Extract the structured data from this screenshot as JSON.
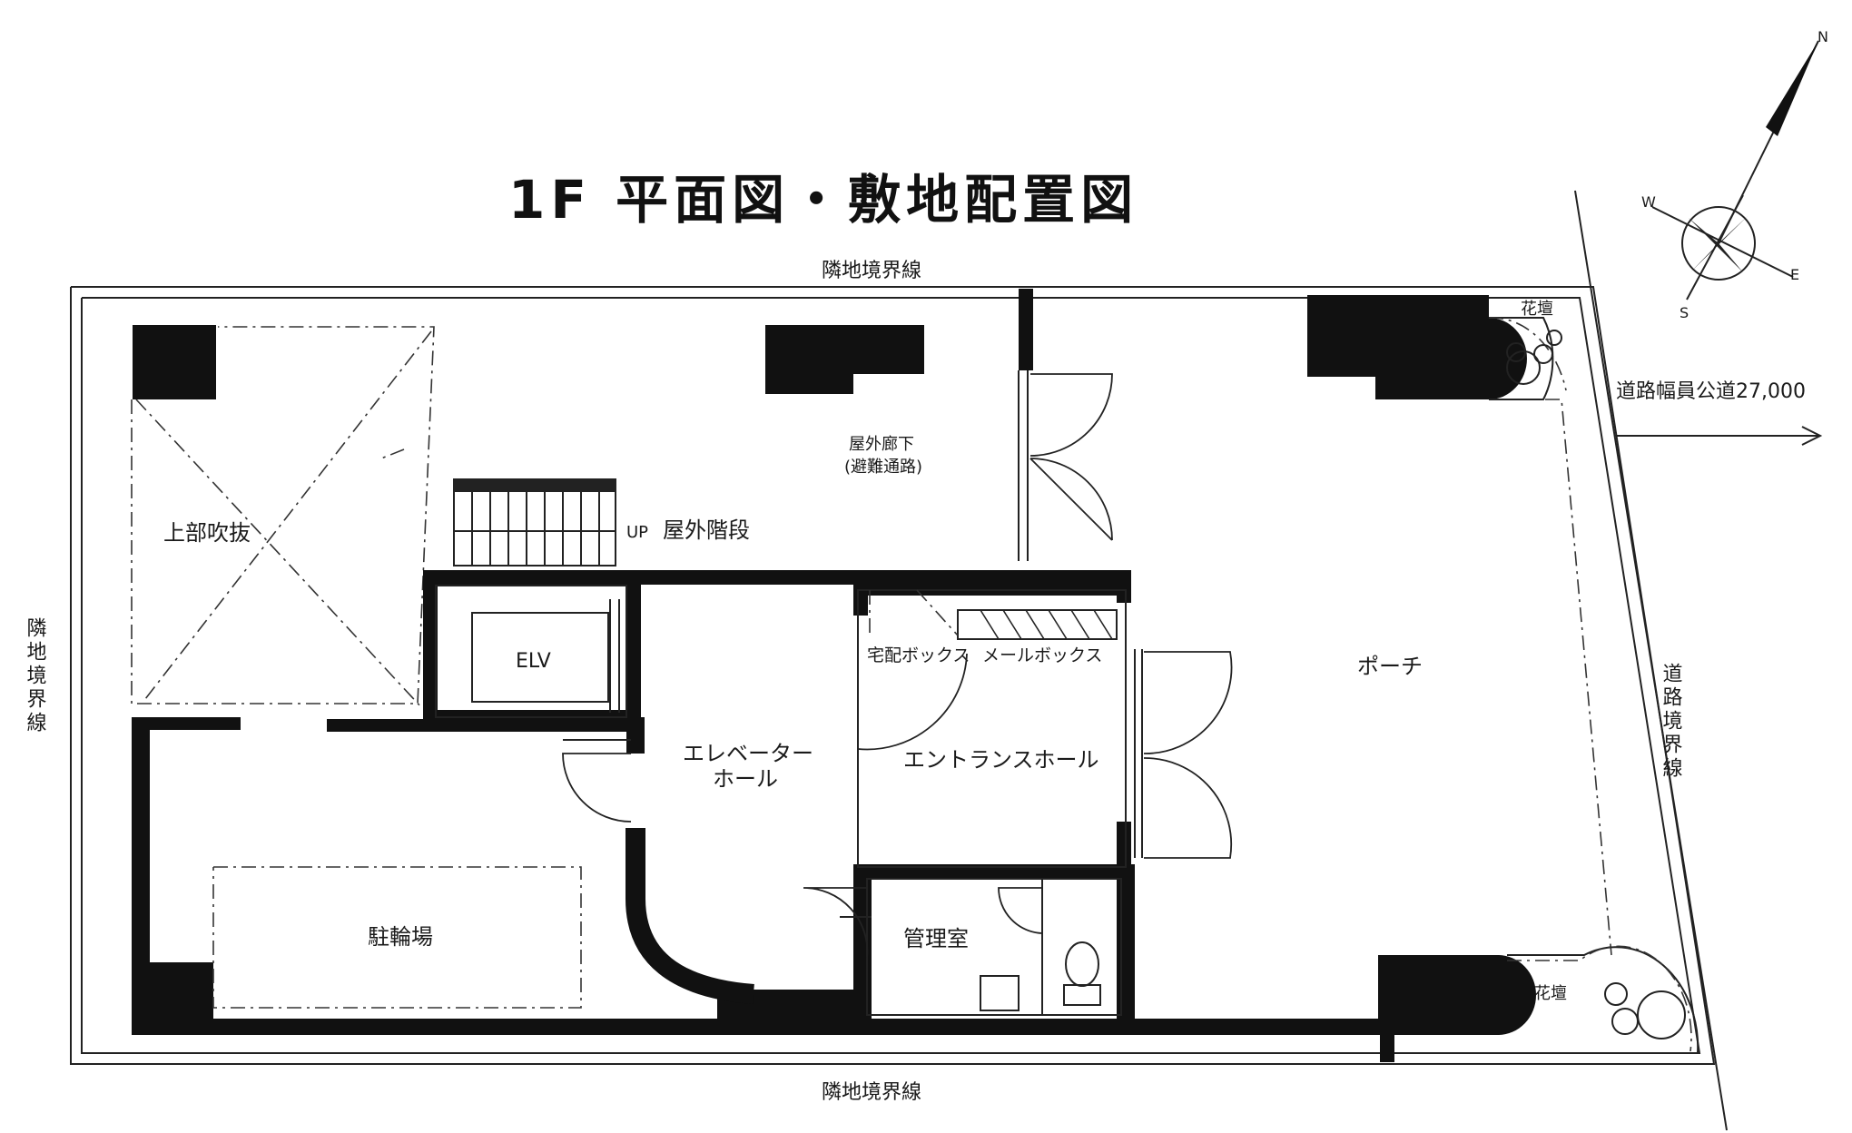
{
  "title": "1F 平面図・敷地配置図",
  "boundary_labels": {
    "top": "隣地境界線",
    "bottom": "隣地境界線",
    "left": "隣地境界線",
    "right": "道路境界線"
  },
  "road": "道路幅員公道27,000",
  "compass": {
    "n": "N",
    "e": "E",
    "s": "S",
    "w": "W"
  },
  "rooms": {
    "void": "上部吹抜",
    "outdoor_stairs": "屋外階段",
    "up": "UP",
    "corridor_line1": "屋外廊下",
    "corridor_line2": "(避難通路)",
    "elv": "ELV",
    "delivery_box": "宅配ボックス",
    "mail_box": "メールボックス",
    "elevator_hall_line1": "エレベーター",
    "elevator_hall_line2": "ホール",
    "entrance_hall": "エントランスホール",
    "porch": "ポーチ",
    "bicycle_parking": "駐輪場",
    "management": "管理室",
    "flower_bed_top": "花壇",
    "flower_bed_bottom": "花壇"
  }
}
